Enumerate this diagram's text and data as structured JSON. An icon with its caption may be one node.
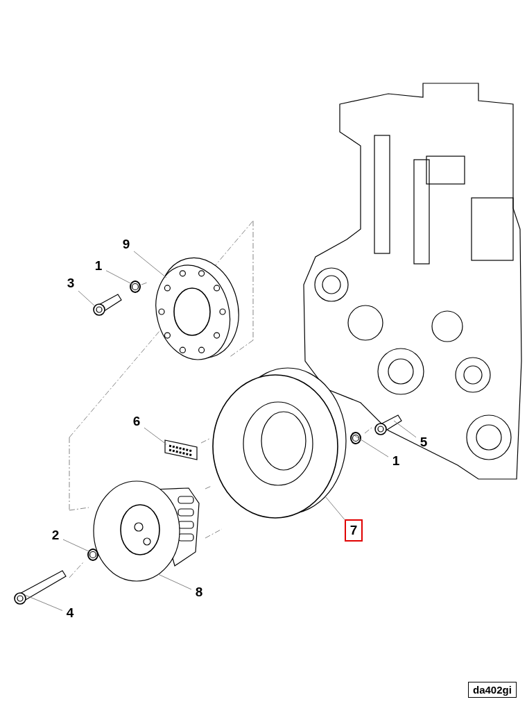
{
  "diagram": {
    "nodes": [
      {
        "text": [
          "9"
        ]
      },
      {
        "text": [
          "1"
        ]
      },
      {
        "text": [
          "3"
        ]
      },
      {
        "text": [
          "6"
        ]
      },
      {
        "text": [
          "5"
        ]
      },
      {
        "text": [
          "1"
        ]
      },
      {
        "text": [
          "7"
        ]
      },
      {
        "text": [
          "2"
        ]
      },
      {
        "text": [
          "8"
        ]
      },
      {
        "text": [
          "4"
        ]
      },
      {
        "text": [],
        "shape": "picture"
      },
      {
        "text": [],
        "shape": "picture"
      },
      {
        "text": [],
        "shape": "picture"
      },
      {
        "text": [],
        "shape": "picture"
      },
      {
        "text": [],
        "shape": "picture"
      },
      {
        "text": [],
        "shape": "picture"
      },
      {
        "text": [],
        "shape": "picture"
      },
      {
        "text": [],
        "shape": "picture"
      },
      {
        "text": [],
        "shape": "picture"
      },
      {
        "text": [],
        "shape": "picture"
      }
    ],
    "edges": [
      {
        "from": 0,
        "to": 10,
        "arrow": "none"
      },
      {
        "from": 1,
        "to": 11,
        "arrow": "none"
      },
      {
        "from": 2,
        "to": 12,
        "arrow": "none"
      },
      {
        "from": 3,
        "to": 13,
        "arrow": "none"
      },
      {
        "from": 4,
        "to": 14,
        "arrow": "none"
      },
      {
        "from": 5,
        "to": 15,
        "arrow": "none"
      },
      {
        "from": 6,
        "to": 16,
        "arrow": "none"
      },
      {
        "from": 7,
        "to": 17,
        "arrow": "none"
      },
      {
        "from": 8,
        "to": 18,
        "arrow": "none"
      },
      {
        "from": 9,
        "to": 19,
        "arrow": "none"
      }
    ],
    "labels": [
      "da402gi"
    ]
  }
}
